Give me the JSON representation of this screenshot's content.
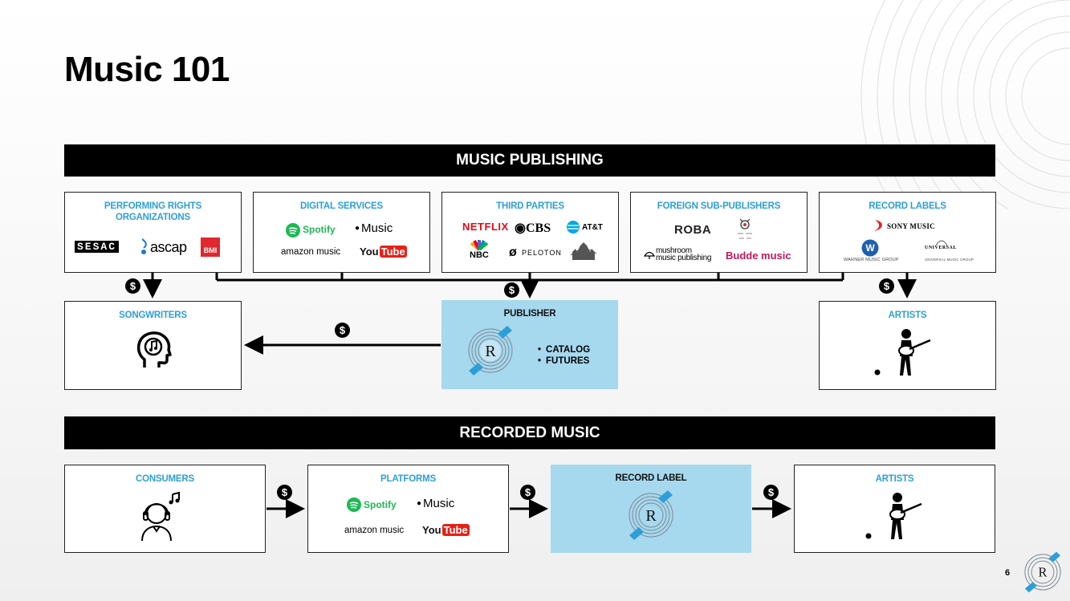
{
  "page": {
    "title": "Music 101",
    "page_number": "6"
  },
  "publishing": {
    "banner": "MUSIC PUBLISHING",
    "sources": [
      {
        "label": "PERFORMING RIGHTS\nORGANIZATIONS",
        "logos": [
          "SESAC",
          "ascap",
          "BMI"
        ]
      },
      {
        "label": "DIGITAL SERVICES",
        "logos": [
          "Spotify",
          "Music",
          "amazon music",
          "YouTube"
        ]
      },
      {
        "label": "THIRD PARTIES",
        "logos": [
          "NETFLIX",
          "CBS",
          "AT&T",
          "NBC",
          "PELOTON",
          "Walt Disney Pictures"
        ]
      },
      {
        "label": "FOREIGN SUB-PUBLISHERS",
        "logos": [
          "ROBA",
          "mushroom music publishing",
          "Budde music"
        ]
      },
      {
        "label": "RECORD LABELS",
        "logos": [
          "SONY MUSIC",
          "WARNER MUSIC GROUP",
          "UNIVERSAL",
          "UNIVERSAL MUSIC GROUP"
        ]
      }
    ],
    "songwriters": {
      "label": "SONGWRITERS"
    },
    "publisher": {
      "label": "PUBLISHER",
      "bullets": [
        "CATALOG",
        "FUTURES"
      ]
    },
    "artists": {
      "label": "ARTISTS"
    }
  },
  "recorded": {
    "banner": "RECORDED MUSIC",
    "consumers": {
      "label": "CONSUMERS"
    },
    "platforms": {
      "label": "PLATFORMS",
      "logos": [
        "Spotify",
        "Music",
        "amazon music",
        "YouTube"
      ]
    },
    "record_label": {
      "label": "RECORD LABEL"
    },
    "artists": {
      "label": "ARTISTS"
    }
  },
  "money_symbol": "$",
  "colors": {
    "accent_blue": "#2e9fd6",
    "highlight_box": "#a6d8ee",
    "banner": "#000000",
    "logo_blue": "#3a9ad9"
  }
}
